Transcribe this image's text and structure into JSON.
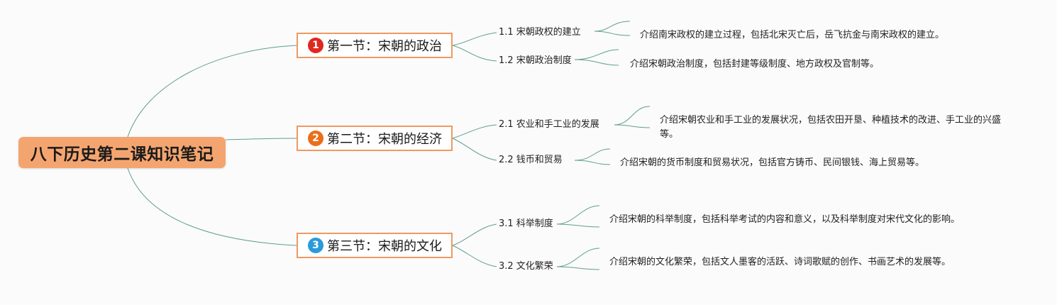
{
  "root": {
    "title": "八下历史第二课知识笔记"
  },
  "colors": {
    "root_fill": "#f4a56f",
    "section_border": "#ef9960",
    "link_stroke": "#5f9e8e"
  },
  "sections": [
    {
      "badge": "1",
      "badge_color": "#e0281e",
      "title": "第一节：宋朝的政治",
      "subtopics": [
        {
          "label": "1.1 宋朝政权的建立",
          "description": "介绍南宋政权的建立过程，包括北宋灭亡后，岳飞抗金与南宋政权的建立。"
        },
        {
          "label": "1.2 宋朝政治制度",
          "description": "介绍宋朝政治制度，包括封建等级制度、地方政权及官制等。"
        }
      ]
    },
    {
      "badge": "2",
      "badge_color": "#ea6f1a",
      "title": "第二节：宋朝的经济",
      "subtopics": [
        {
          "label": "2.1 农业和手工业的发展",
          "description": "介绍宋朝农业和手工业的发展状况，包括农田开垦、种植技术的改进、手工业的兴盛等。"
        },
        {
          "label": "2.2 钱币和贸易",
          "description": "介绍宋朝的货币制度和贸易状况，包括官方铸币、民间银钱、海上贸易等。"
        }
      ]
    },
    {
      "badge": "3",
      "badge_color": "#2a9ad8",
      "title": "第三节：宋朝的文化",
      "subtopics": [
        {
          "label": "3.1 科举制度",
          "description": "介绍宋朝的科举制度，包括科举考试的内容和意义，以及科举制度对宋代文化的影响。"
        },
        {
          "label": "3.2 文化繁荣",
          "description": "介绍宋朝的文化繁荣，包括文人墨客的活跃、诗词歌赋的创作、书画艺术的发展等。"
        }
      ]
    }
  ]
}
